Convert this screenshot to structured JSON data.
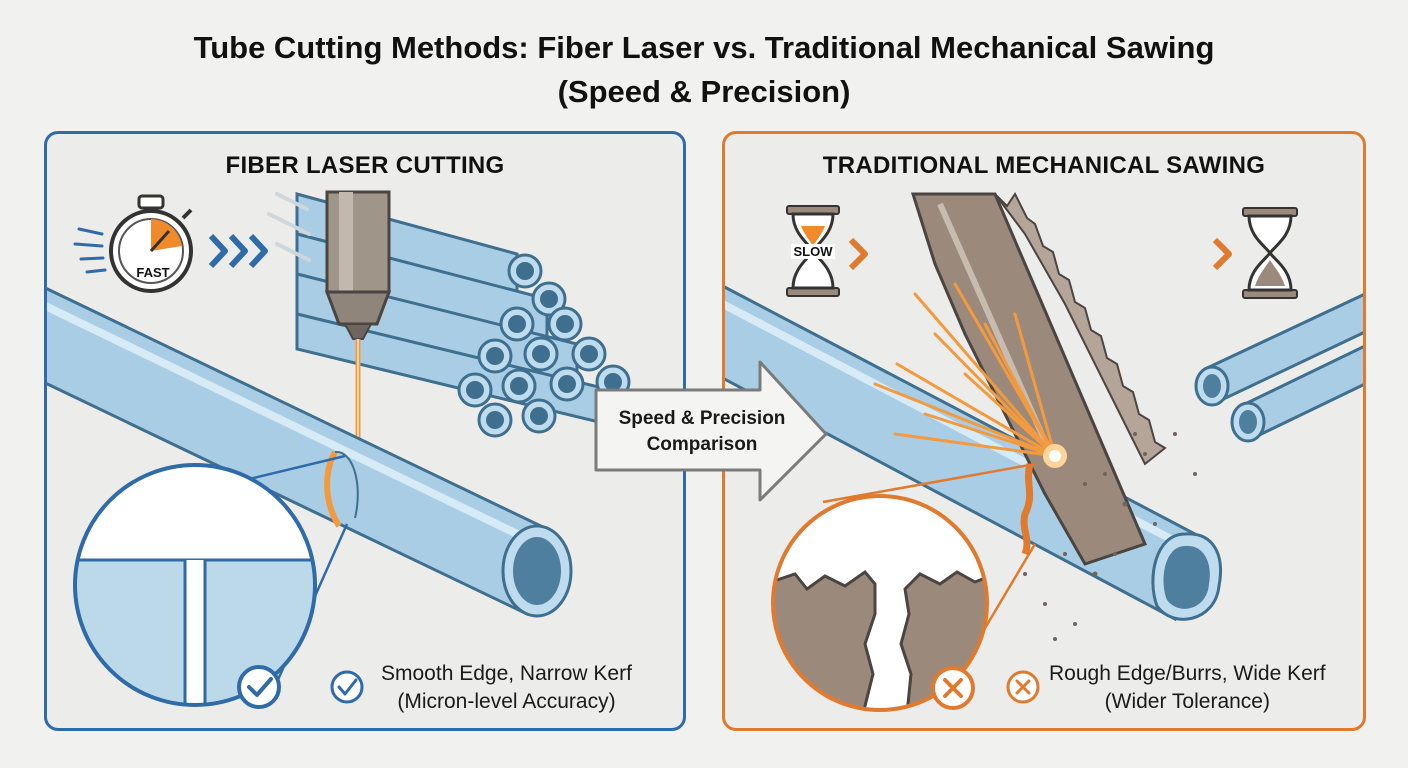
{
  "title": {
    "line1": "Tube Cutting Methods: Fiber Laser vs. Traditional Mechanical Sawing",
    "line2": "(Speed & Precision)"
  },
  "laser_panel": {
    "heading": "FIBER LASER CUTTING",
    "speed_badge": "FAST",
    "result_line1": "Smooth Edge, Narrow Kerf",
    "result_line2": "(Micron-level Accuracy)",
    "status_icon": "check-icon",
    "accent_color": "#2f6aa9"
  },
  "saw_panel": {
    "heading": "TRADITIONAL MECHANICAL SAWING",
    "speed_badge": "SLOW",
    "result_line1": "Rough Edge/Burrs, Wide Kerf",
    "result_line2": "(Wider Tolerance)",
    "status_icon": "cross-icon",
    "accent_color": "#e07a2f"
  },
  "comparison_arrow": {
    "line1": "Speed & Precision",
    "line2": "Comparison"
  },
  "colors": {
    "tube_fill": "#a9cde4",
    "tube_outline": "#3f6f8f",
    "laser_beam": "#f39a3f",
    "saw_metal": "#9b8a7c"
  }
}
